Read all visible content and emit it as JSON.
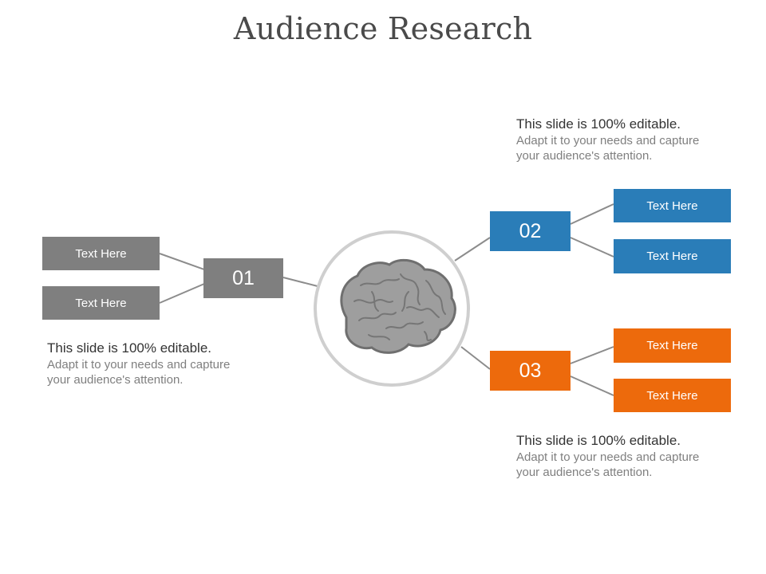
{
  "title": "Audience Research",
  "colors": {
    "gray": "#7f7f7f",
    "blue": "#2a7db8",
    "orange": "#ed6a0c",
    "connector": "#8c8c8c"
  },
  "center_icon": "brain-icon",
  "groups": [
    {
      "number": "01",
      "items": [
        "Text Here",
        "Text Here"
      ],
      "note_head": "This slide is 100% editable.",
      "note_body": "Adapt it to your needs and capture your audience's attention."
    },
    {
      "number": "02",
      "items": [
        "Text Here",
        "Text Here"
      ],
      "note_head": "This slide is 100% editable.",
      "note_body": "Adapt it to your needs and capture your audience's attention."
    },
    {
      "number": "03",
      "items": [
        "Text Here",
        "Text Here"
      ],
      "note_head": "This slide is 100% editable.",
      "note_body": "Adapt it to your needs and capture your audience's attention."
    }
  ]
}
